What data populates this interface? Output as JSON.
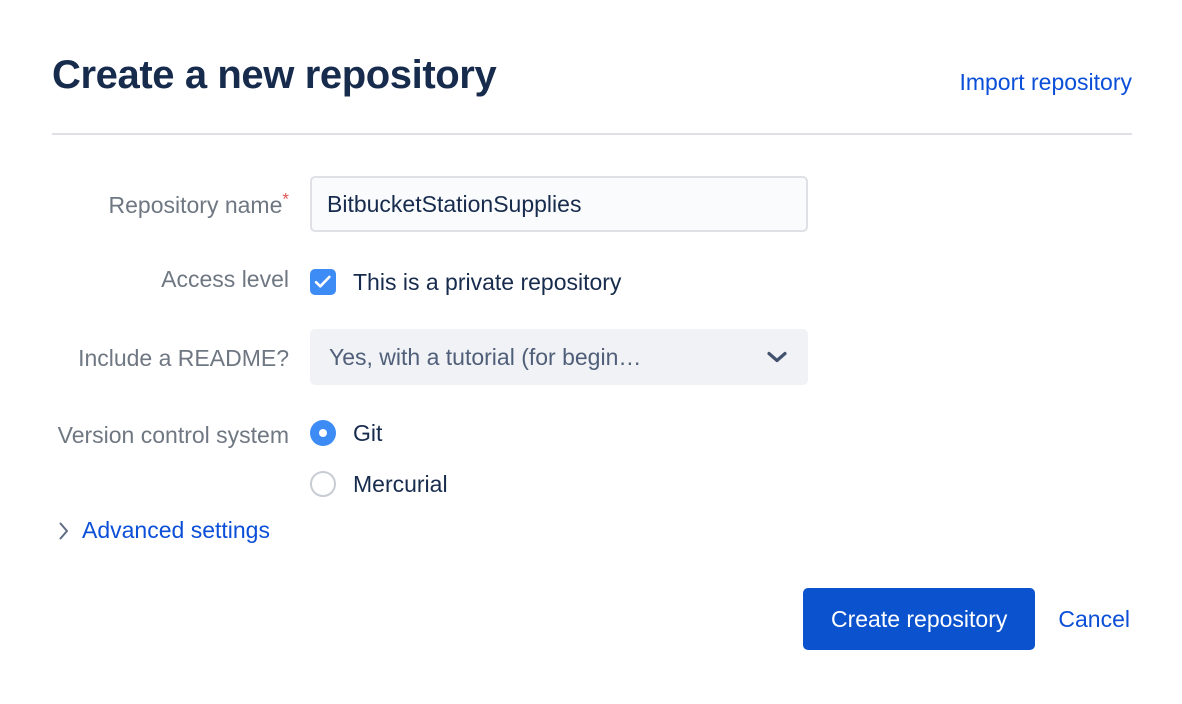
{
  "header": {
    "title": "Create a new repository",
    "import_link": "Import repository"
  },
  "form": {
    "repository_name": {
      "label": "Repository name",
      "required_marker": "*",
      "value": "BitbucketStationSupplies",
      "placeholder": "Repository name"
    },
    "access_level": {
      "label": "Access level",
      "checkbox_label": "This is a private repository",
      "checked": true,
      "check_icon": "check-icon"
    },
    "readme": {
      "label": "Include a README?",
      "selected": "Yes, with a tutorial (for begin…",
      "chevron_icon": "chevron-down-icon"
    },
    "version_control": {
      "label": "Version control system",
      "options": [
        {
          "label": "Git",
          "selected": true
        },
        {
          "label": "Mercurial",
          "selected": false
        }
      ]
    },
    "advanced_settings": {
      "label": "Advanced settings",
      "chevron_icon": "chevron-right-icon",
      "expanded": false
    }
  },
  "actions": {
    "submit_label": "Create repository",
    "cancel_label": "Cancel"
  },
  "colors": {
    "title": "#172b4d",
    "link": "#0b4fd8",
    "primary_button": "#0b52cf",
    "control_accent": "#3d8bf4",
    "required_star": "#de5750",
    "label_text": "#6f7782",
    "divider": "#dfe1e6",
    "input_background": "#fafbfc",
    "select_background": "#f0f2f5"
  }
}
